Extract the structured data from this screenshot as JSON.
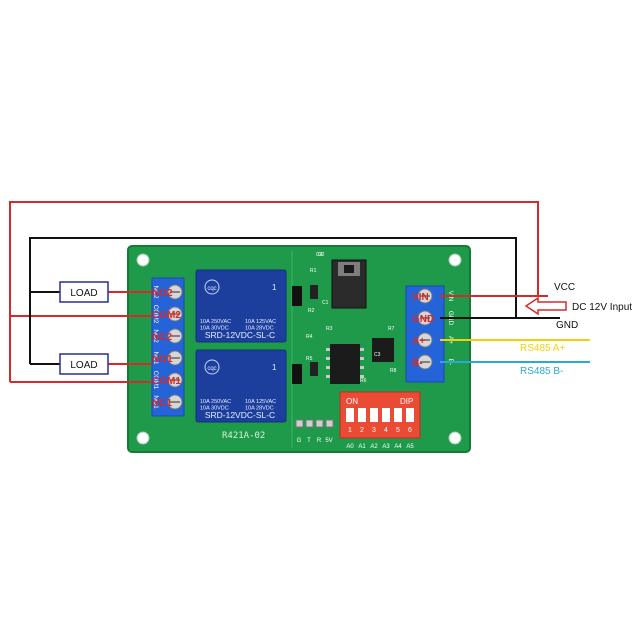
{
  "loads": [
    "LOAD",
    "LOAD"
  ],
  "labels": {
    "vcc": "VCC",
    "dc_input": "DC 12V Input",
    "gnd": "GND",
    "rs485_a": "RS485 A+",
    "rs485_b": "RS485 B-"
  },
  "relay_terminals": [
    "NO2",
    "COM2",
    "NC2",
    "NO1",
    "COM1",
    "NC1"
  ],
  "relay_terminal_markings": [
    "NC2",
    "COM2",
    "NO2",
    "NC1",
    "COM1",
    "NO1"
  ],
  "power_terminals": [
    "VIN",
    "GND",
    "A+",
    "B-"
  ],
  "power_terminal_markings": [
    "VIN",
    "GND",
    "A+",
    "B-"
  ],
  "relays": [
    {
      "brand": "cqc",
      "spec_left": "10A 250VAC\n10A 30VDC",
      "spec_right": "10A 125VAC\n10A 28VDC",
      "model": "SRD-12VDC-SL-C",
      "index": "1"
    },
    {
      "brand": "cqc",
      "spec_left": "10A 250VAC\n10A 30VDC",
      "spec_right": "10A 125VAC\n10A 28VDC",
      "model": "SRD-12VDC-SL-C",
      "index": "1"
    }
  ],
  "board_label": "R421A-02",
  "dip": {
    "on_label": "ON",
    "dip_label": "DIP",
    "numbers": [
      "1",
      "2",
      "3",
      "4",
      "5",
      "6"
    ],
    "addr_labels": [
      "A0",
      "A1",
      "A2",
      "A3",
      "A4",
      "A5"
    ]
  },
  "header_pins": [
    "G",
    "T",
    "R",
    "5V"
  ],
  "components": [
    "C4",
    "R1",
    "R2",
    "C1",
    "R3",
    "R4",
    "R5",
    "R6",
    "R7",
    "C2",
    "C3",
    "R8"
  ],
  "colors": {
    "board": "#1e9a4a",
    "board_edge": "#157a38",
    "relay": "#1c3f9e",
    "terminal": "#2463d8",
    "red_wire": "#d42a2a",
    "black_wire": "#111111",
    "yellow_wire": "#f1d20a",
    "cyan_wire": "#2aa9d6",
    "dip_body": "#e94b35",
    "load_border": "#2b2f8f"
  }
}
